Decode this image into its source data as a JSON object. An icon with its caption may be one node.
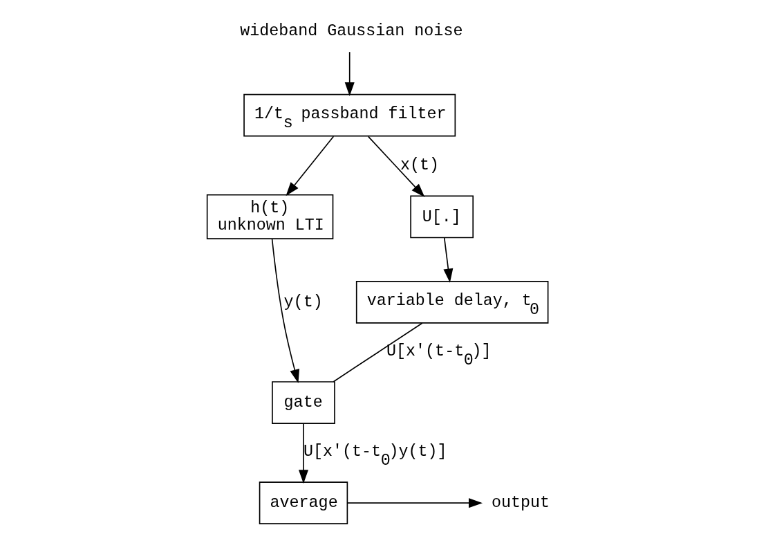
{
  "diagram": {
    "nodes": [
      {
        "text": [
          "wideband Gaussian noise"
        ]
      },
      {
        "text": [
          "1/t$_{s}$ passband filter"
        ]
      },
      {
        "text": [
          "h(t)",
          "unknown LTI"
        ]
      },
      {
        "text": [
          "U[.]"
        ]
      },
      {
        "text": [
          "variable delay, t$_{0}$"
        ]
      },
      {
        "text": [
          "gate"
        ]
      },
      {
        "text": [
          "average"
        ]
      },
      {
        "text": [
          "output"
        ]
      }
    ],
    "edges": [
      {
        "from": 0,
        "to": 1,
        "arrow": "to"
      },
      {
        "from": 1,
        "to": 3,
        "arrow": "to",
        "label": "x(t)"
      },
      {
        "from": 1,
        "to": 2,
        "arrow": "to"
      },
      {
        "from": 2,
        "to": 5,
        "arrow": "to",
        "label": "y(t)"
      },
      {
        "from": 3,
        "to": 4,
        "arrow": "to"
      },
      {
        "from": 4,
        "to": 5,
        "arrow": "none",
        "label": "U[x'(t-t$_{0}$)]"
      },
      {
        "from": 5,
        "to": 6,
        "arrow": "to",
        "label": "U[x'(t-t$_{0}$)y(t)]"
      },
      {
        "from": 6,
        "to": 7,
        "arrow": "to"
      }
    ]
  }
}
